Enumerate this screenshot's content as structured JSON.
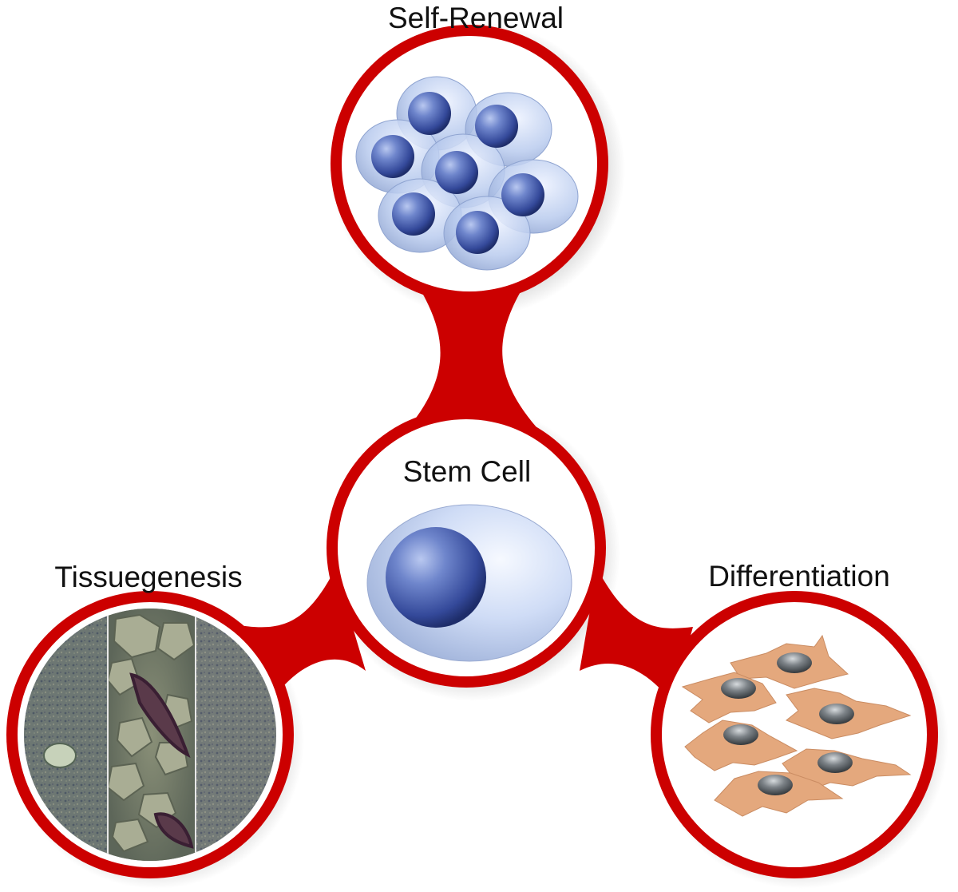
{
  "labels": {
    "center": "Stem Cell",
    "top": "Self-Renewal",
    "left": "Tissuegenesis",
    "right": "Differentiation"
  },
  "colors": {
    "connector_red": "#cc0000",
    "ring_white": "#ffffff",
    "nucleus_blue": "#3e56a6",
    "cytoplasm_blue": "#c8d8f4",
    "fibroblast_orange": "#e3a477",
    "fibroblast_nucleus_gray": "#5a5f64"
  },
  "icons": {
    "center": "stem-cell-icon",
    "top": "cell-cluster-icon",
    "left": "tissue-micrograph-icon",
    "right": "fibroblast-cells-icon"
  }
}
